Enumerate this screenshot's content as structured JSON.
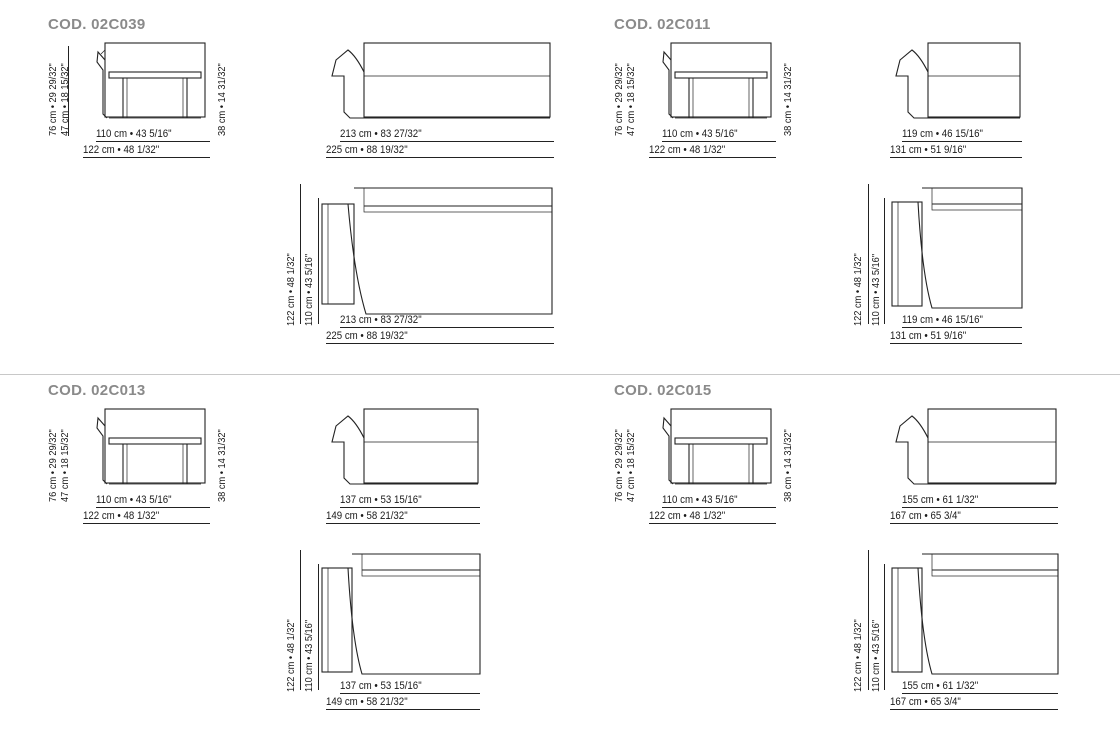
{
  "modules": [
    {
      "code": "COD. 02C039",
      "side_height": "76 cm • 29 29/32\"",
      "side_seat": "47 cm • 18 15/32\"",
      "side_arm": "38 cm • 14 31/32\"",
      "side_depth_inner": "110 cm • 43 5/16\"",
      "side_depth_outer": "122 cm • 48 1/32\"",
      "front_width_inner": "213 cm • 83 27/32\"",
      "front_width_outer": "225 cm • 88 19/32\"",
      "plan_depth_outer": "122 cm • 48 1/32\"",
      "plan_depth_inner": "110 cm • 43 5/16\"",
      "plan_width_inner": "213 cm • 83 27/32\"",
      "plan_width_outer": "225 cm • 88 19/32\""
    },
    {
      "code": "COD. 02C011",
      "side_height": "76 cm • 29 29/32\"",
      "side_seat": "47 cm • 18 15/32\"",
      "side_arm": "38 cm • 14 31/32\"",
      "side_depth_inner": "110 cm • 43 5/16\"",
      "side_depth_outer": "122 cm • 48 1/32\"",
      "front_width_inner": "119 cm • 46 15/16\"",
      "front_width_outer": "131 cm • 51 9/16\"",
      "plan_depth_outer": "122 cm • 48 1/32\"",
      "plan_depth_inner": "110 cm • 43 5/16\"",
      "plan_width_inner": "119 cm • 46 15/16\"",
      "plan_width_outer": "131 cm • 51 9/16\""
    },
    {
      "code": "COD. 02C013",
      "side_height": "76 cm • 29 29/32\"",
      "side_seat": "47 cm • 18 15/32\"",
      "side_arm": "38 cm • 14 31/32\"",
      "side_depth_inner": "110 cm • 43 5/16\"",
      "side_depth_outer": "122 cm • 48 1/32\"",
      "front_width_inner": "137 cm • 53 15/16\"",
      "front_width_outer": "149 cm • 58 21/32\"",
      "plan_depth_outer": "122 cm • 48 1/32\"",
      "plan_depth_inner": "110 cm • 43 5/16\"",
      "plan_width_inner": "137 cm • 53 15/16\"",
      "plan_width_outer": "149 cm • 58 21/32\""
    },
    {
      "code": "COD. 02C015",
      "side_height": "76 cm • 29 29/32\"",
      "side_seat": "47 cm • 18 15/32\"",
      "side_arm": "38 cm • 14 31/32\"",
      "side_depth_inner": "110 cm • 43 5/16\"",
      "side_depth_outer": "122 cm • 48 1/32\"",
      "front_width_inner": "155 cm • 61 1/32\"",
      "front_width_outer": "167 cm • 65 3/4\"",
      "plan_depth_outer": "122 cm • 48 1/32\"",
      "plan_depth_inner": "110 cm • 43 5/16\"",
      "plan_width_inner": "155 cm • 61 1/32\"",
      "plan_width_outer": "167 cm • 65 3/4\""
    }
  ]
}
